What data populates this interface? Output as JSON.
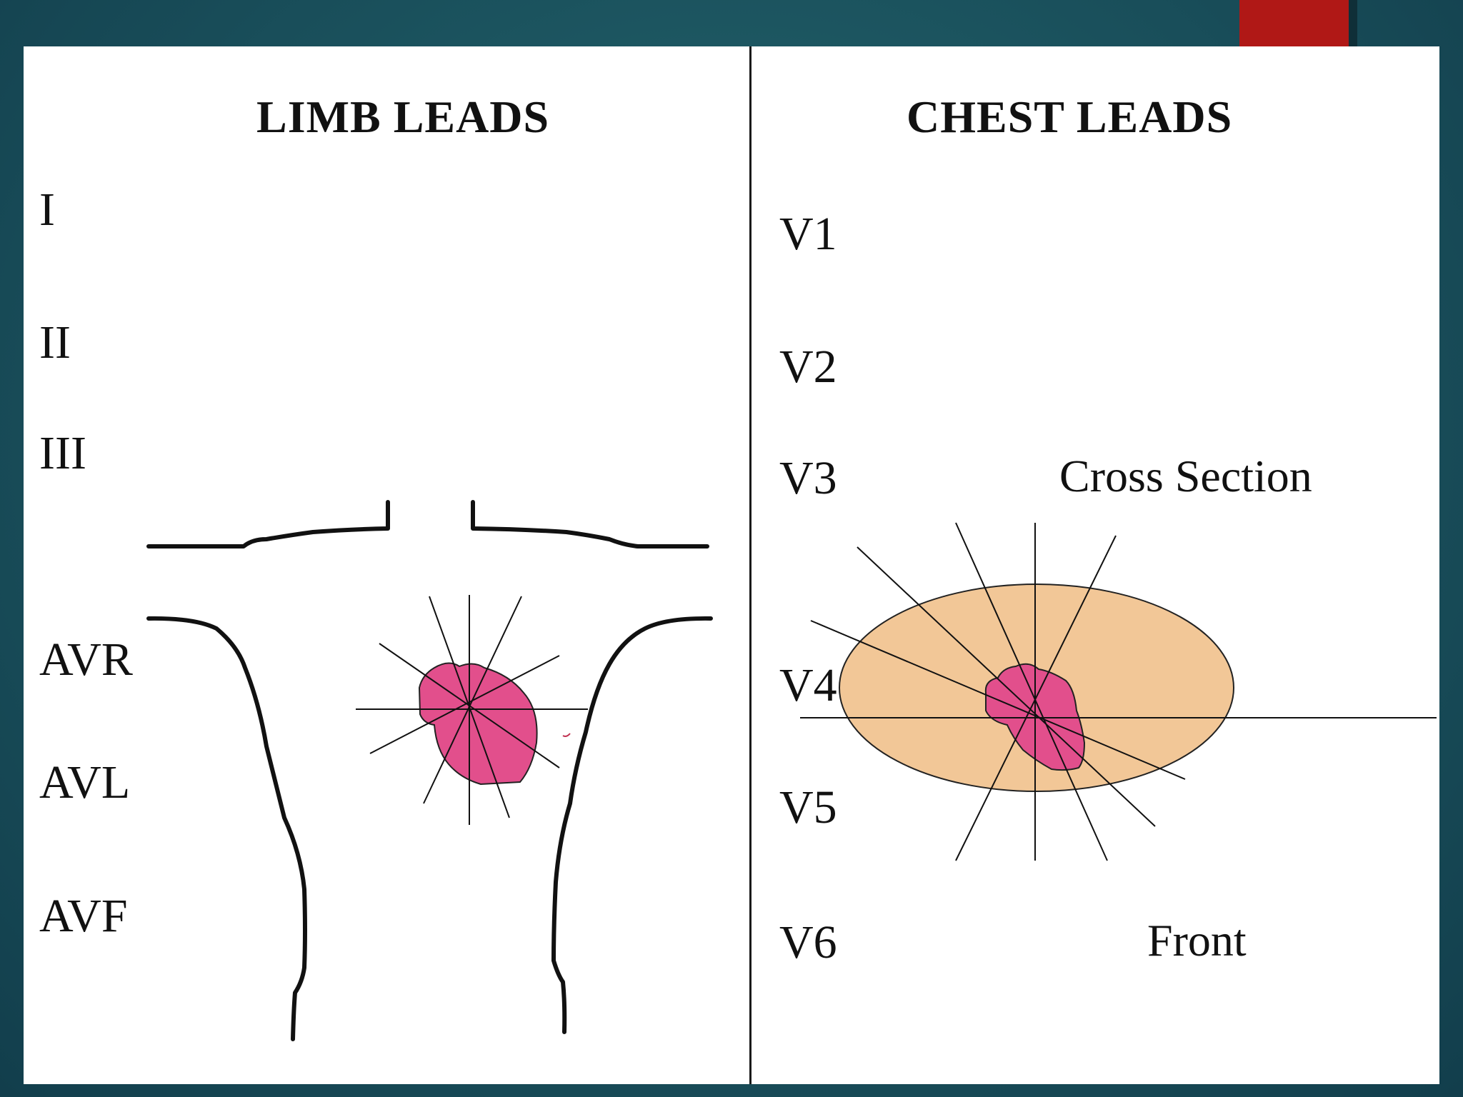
{
  "limb": {
    "title": "LIMB LEADS",
    "leads": [
      "I",
      "II",
      "III",
      "AVR",
      "AVL",
      "AVF"
    ]
  },
  "chest": {
    "title": "CHEST LEADS",
    "leads": [
      "V1",
      "V2",
      "V3",
      "V4",
      "V5",
      "V6"
    ],
    "cross_section_label": "Cross Section",
    "front_label": "Front"
  },
  "colors": {
    "heart": "#e24f8c",
    "chest_cross_section": "#f2c797",
    "accent": "#b01816"
  }
}
